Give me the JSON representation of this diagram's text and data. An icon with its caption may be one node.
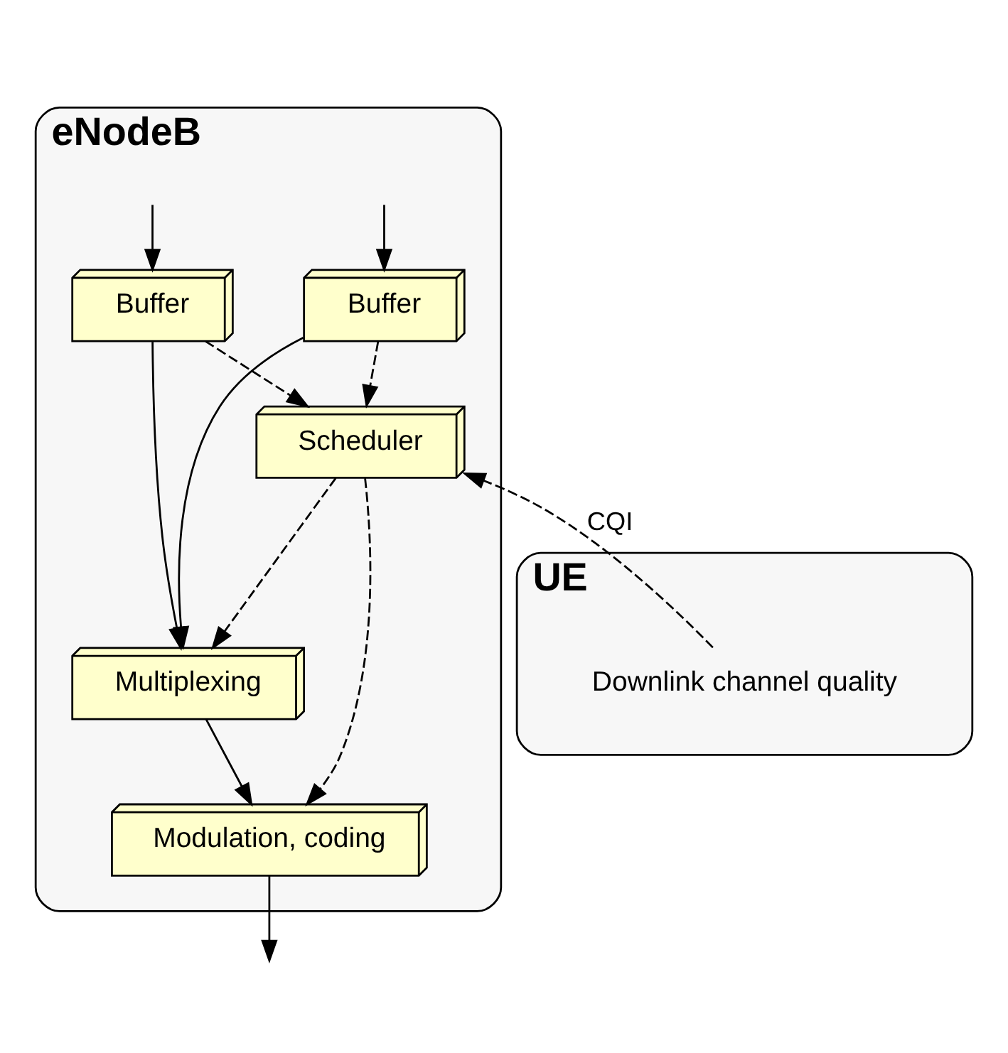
{
  "diagram": {
    "nodes": [
      {
        "text": [
          "eNodeB"
        ]
      },
      {
        "text": [
          "Buffer"
        ],
        "in": 0
      },
      {
        "text": [
          "Buffer"
        ],
        "in": 0
      },
      {
        "text": [
          "Scheduler"
        ],
        "in": 0
      },
      {
        "text": [
          "Multiplexing"
        ],
        "in": 0
      },
      {
        "text": [
          "Modulation, coding"
        ],
        "in": 0
      },
      {
        "text": [
          "UE"
        ]
      },
      {
        "text": [
          "Downlink channel quality"
        ],
        "in": 6
      }
    ],
    "edges": [
      {
        "from": null,
        "to": 1,
        "arrow": "to"
      },
      {
        "from": null,
        "to": 2,
        "arrow": "to"
      },
      {
        "from": 1,
        "to": 3,
        "arrow": "to",
        "style": "dashed"
      },
      {
        "from": 2,
        "to": 3,
        "arrow": "to",
        "style": "dashed"
      },
      {
        "from": 1,
        "to": 4,
        "arrow": "to"
      },
      {
        "from": 2,
        "to": 4,
        "arrow": "to"
      },
      {
        "from": 3,
        "to": 4,
        "arrow": "to",
        "style": "dashed"
      },
      {
        "from": 3,
        "to": 5,
        "arrow": "to",
        "style": "dashed"
      },
      {
        "from": 4,
        "to": 5,
        "arrow": "to"
      },
      {
        "from": 5,
        "to": null,
        "arrow": "to"
      },
      {
        "from": 7,
        "to": 3,
        "arrow": "to",
        "style": "dashed",
        "label": "CQI"
      }
    ]
  }
}
